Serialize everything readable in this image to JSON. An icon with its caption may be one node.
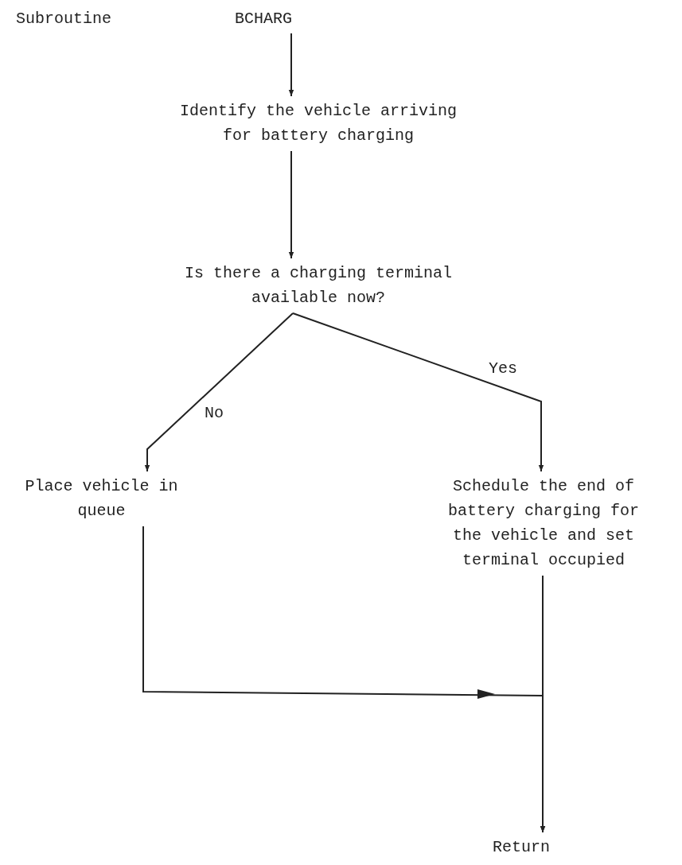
{
  "diagram": {
    "nodes": [
      {
        "text": [
          "Subroutine",
          "BCHARG"
        ]
      },
      {
        "text": [
          "Identify the vehicle arriving for battery charging"
        ]
      },
      {
        "text": [
          "Is there a charging terminal available now?"
        ]
      },
      {
        "text": [
          "Place vehicle in queue"
        ]
      },
      {
        "text": [
          "Schedule the end of battery charging for the vehicle and set terminal occupied"
        ]
      },
      {
        "text": [
          "Return"
        ]
      }
    ],
    "edges": [
      {
        "from": 0,
        "to": 1,
        "arrow": "to"
      },
      {
        "from": 1,
        "to": 2,
        "arrow": "to"
      },
      {
        "from": 2,
        "to": 3,
        "arrow": "to",
        "label": "No"
      },
      {
        "from": 2,
        "to": 4,
        "arrow": "to",
        "label": "Yes"
      },
      {
        "from": 3,
        "to": 5,
        "arrow": "to"
      },
      {
        "from": 4,
        "to": 5,
        "arrow": "to"
      }
    ]
  }
}
